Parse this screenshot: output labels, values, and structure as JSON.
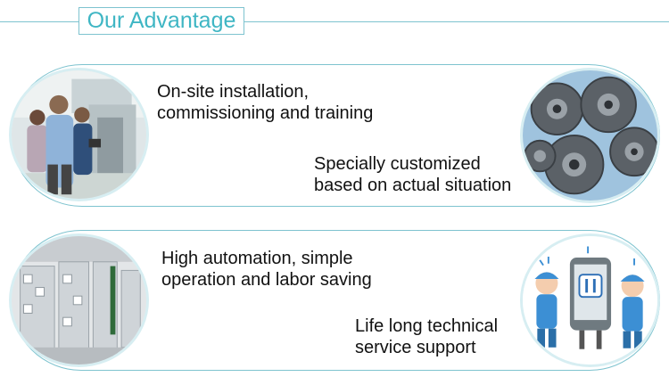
{
  "header": {
    "title": "Our Advantage"
  },
  "rows": [
    {
      "left_text": [
        "On-site installation,",
        "commissioning and training"
      ],
      "right_text": [
        "Specially customized",
        "based on actual situation"
      ]
    },
    {
      "left_text": [
        "High automation, simple",
        "operation and labor saving"
      ],
      "right_text": [
        "Life long technical",
        "service support"
      ]
    }
  ],
  "images": {
    "installation": "technicians-in-factory-photo",
    "gears": "metal-gears-photo",
    "automation": "automated-production-line-photo",
    "service": "service-workers-with-phone-illustration"
  },
  "colors": {
    "accent": "#3fb6c4",
    "line": "#7ec3cf"
  }
}
